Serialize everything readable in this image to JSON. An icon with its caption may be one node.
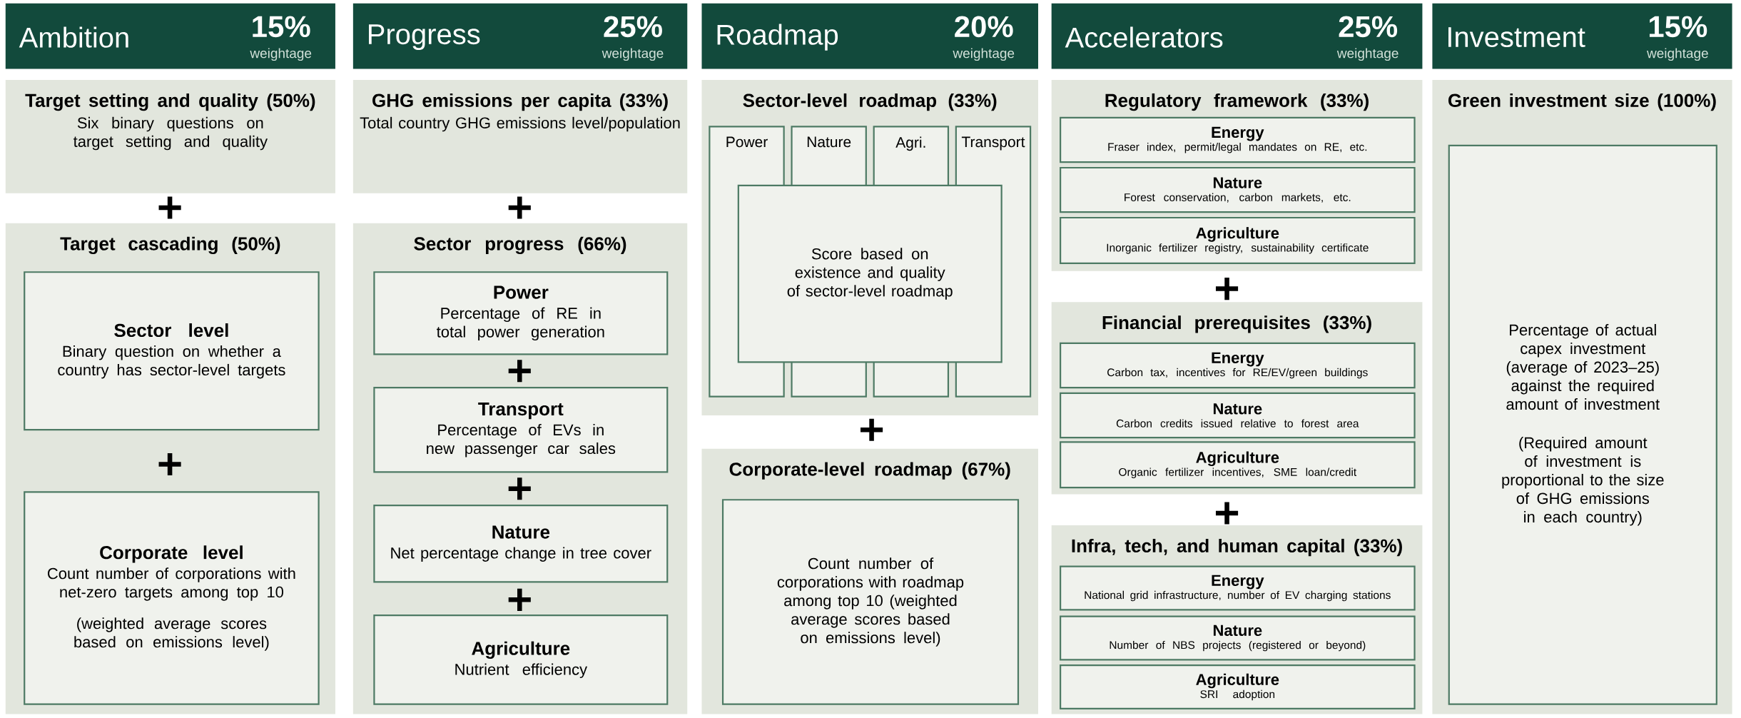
{
  "diagram": {
    "nodes": [
      {
        "text": [
          "Ambition",
          "15%",
          "weightage"
        ]
      },
      {
        "text": [
          "Target setting and quality (50%)",
          "Six binary questions on target setting and quality"
        ]
      },
      {
        "text": [
          "Target cascading (50%)"
        ]
      },
      {
        "text": [
          "Sector level",
          "Binary question on whether a country has sector-level targets"
        ],
        "in": 2
      },
      {
        "text": [
          "Corporate level",
          "Count number of corporations with net-zero targets among top 10",
          "(weighted average scores based on emissions level)"
        ],
        "in": 2
      },
      {
        "text": [
          "Progress",
          "25%",
          "weightage"
        ]
      },
      {
        "text": [
          "GHG emissions per capita (33%)",
          "Total country GHG emissions level/population"
        ]
      },
      {
        "text": [
          "Sector progress (66%)"
        ]
      },
      {
        "text": [
          "Power",
          "Percentage of RE in total power generation"
        ],
        "in": 7
      },
      {
        "text": [
          "Transport",
          "Percentage of EVs in new passenger car sales"
        ],
        "in": 7
      },
      {
        "text": [
          "Nature",
          "Net percentage change in tree cover"
        ],
        "in": 7
      },
      {
        "text": [
          "Agriculture",
          "Nutrient efficiency"
        ],
        "in": 7
      },
      {
        "text": [
          "Roadmap",
          "20%",
          "weightage"
        ]
      },
      {
        "text": [
          "Sector-level roadmap (33%)"
        ]
      },
      {
        "text": [
          "Power"
        ],
        "in": 13
      },
      {
        "text": [
          "Nature"
        ],
        "in": 13
      },
      {
        "text": [
          "Agri."
        ],
        "in": 13
      },
      {
        "text": [
          "Transport"
        ],
        "in": 13
      },
      {
        "text": [
          "Score based on existence and quality of sector-level roadmap"
        ],
        "in": 13
      },
      {
        "text": [
          "Corporate-level roadmap (67%)"
        ]
      },
      {
        "text": [
          "Count number of corporations with roadmap among top 10 (weighted average scores based on emissions level)"
        ],
        "in": 19
      },
      {
        "text": [
          "Accelerators",
          "25%",
          "weightage"
        ]
      },
      {
        "text": [
          "Regulatory framework (33%)"
        ]
      },
      {
        "text": [
          "Energy",
          "Fraser index, permit/legal mandates on RE, etc."
        ],
        "in": 22
      },
      {
        "text": [
          "Nature",
          "Forest conservation, carbon markets, etc."
        ],
        "in": 22
      },
      {
        "text": [
          "Agriculture",
          "Inorganic fertilizer registry, sustainability certificate"
        ],
        "in": 22
      },
      {
        "text": [
          "Financial prerequisites (33%)"
        ]
      },
      {
        "text": [
          "Energy",
          "Carbon tax, incentives for RE/EV/green buildings"
        ],
        "in": 26
      },
      {
        "text": [
          "Nature",
          "Carbon credits issued relative to forest area"
        ],
        "in": 26
      },
      {
        "text": [
          "Agriculture",
          "Organic fertilizer incentives, SME loan/credit"
        ],
        "in": 26
      },
      {
        "text": [
          "Infra, tech, and human capital (33%)"
        ]
      },
      {
        "text": [
          "Energy",
          "National grid infrastructure, number of EV charging stations"
        ],
        "in": 30
      },
      {
        "text": [
          "Nature",
          "Number of NBS projects (registered or beyond)"
        ],
        "in": 30
      },
      {
        "text": [
          "Agriculture",
          "SRI adoption"
        ],
        "in": 30
      },
      {
        "text": [
          "Investment",
          "15%",
          "weightage"
        ]
      },
      {
        "text": [
          "Green investment size (100%)"
        ]
      },
      {
        "text": [
          "Percentage of actual capex investment (average of 2023–25) against the required amount of investment",
          "(Required amount of investment is proportional to the size of GHG emissions in each country)"
        ],
        "in": 35
      }
    ]
  }
}
